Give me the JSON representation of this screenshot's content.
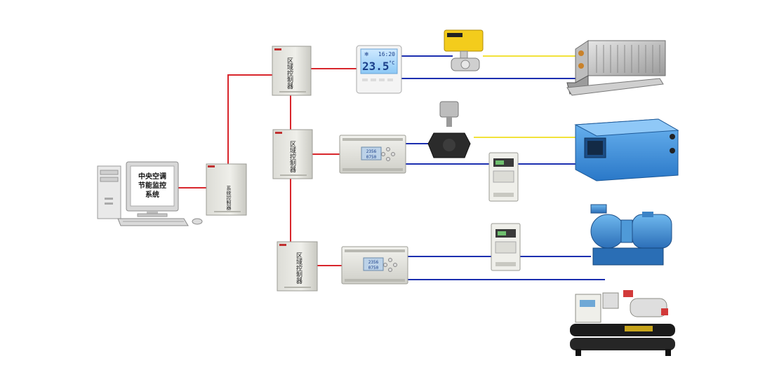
{
  "pc": {
    "screen_lines": [
      "中央空调",
      "节能监控",
      "系统"
    ]
  },
  "system_controller": {
    "label": "系统控制器"
  },
  "zone_controllers": [
    {
      "label": "区域控制器"
    },
    {
      "label": "区域控制器"
    },
    {
      "label": "区域控制器"
    }
  ],
  "thermostat": {
    "time": "16:20",
    "temperature": "23.5",
    "unit": "°C"
  },
  "plc_units": [
    {
      "line1": "2356",
      "line2": "0750"
    },
    {
      "line1": "2356",
      "line2": "0750"
    }
  ],
  "equipment": [
    "fan-coil-unit",
    "air-handling-unit",
    "water-pump",
    "water-chiller"
  ],
  "colors": {
    "red_link": "#d8262c",
    "blue_link": "#1c2fb0",
    "yellow_link": "#f2e23a",
    "accent_blue": "#2f8fd6"
  }
}
